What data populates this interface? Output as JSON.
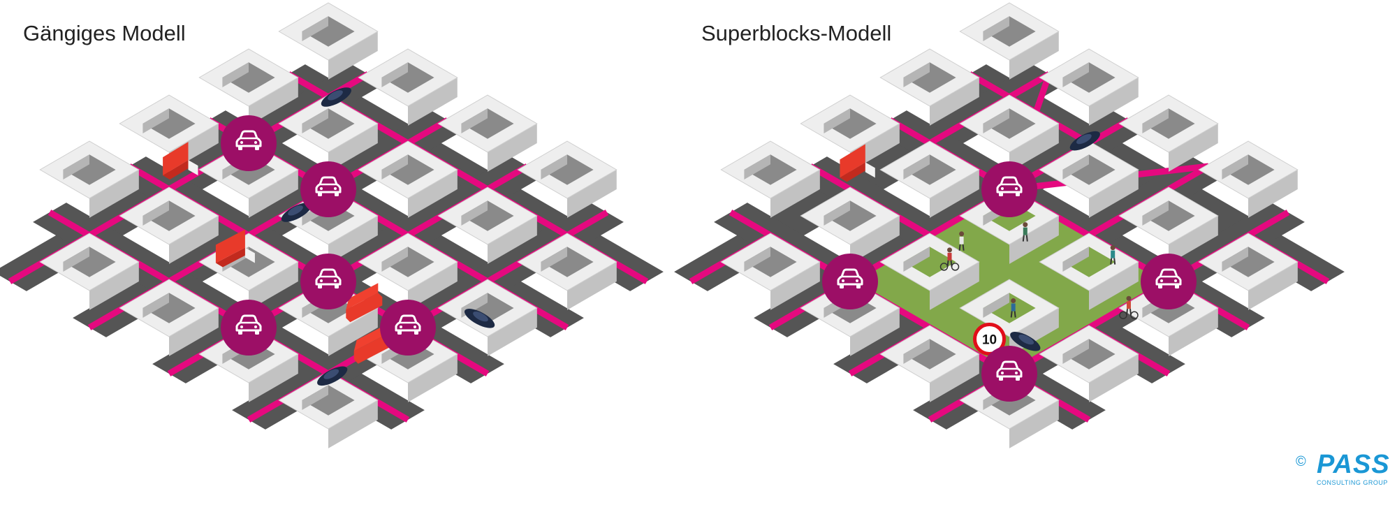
{
  "left_panel": {
    "title": "Gängiges Modell"
  },
  "right_panel": {
    "title": "Superblocks-Modell"
  },
  "speed_sign": {
    "value": "10"
  },
  "logo": {
    "copyright": "©",
    "wordmark": "PASS",
    "tagline": "CONSULTING GROUP"
  },
  "colors": {
    "road": "#555555",
    "road_stripe": "#e5097f",
    "car_badge": "#9c0f66",
    "block_top": "#eeeeee",
    "block_side_left": "#d2d2d2",
    "block_side_right": "#c2c2c2",
    "courtyard": "#8a8a8a",
    "green": "#82a84a",
    "truck": "#e83a2a",
    "car": "#1d2a44",
    "logo": "#1a97d5"
  },
  "icons": [
    "car-icon",
    "truck-icon",
    "van-icon",
    "speed-limit-sign-icon",
    "pedestrian-icon",
    "cyclist-icon"
  ]
}
